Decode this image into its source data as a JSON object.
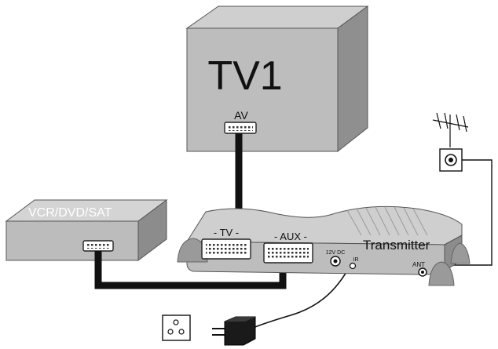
{
  "tv": {
    "title": "TV1",
    "port_label": "AV"
  },
  "source_device": {
    "label": "VCR/DVD/SAT"
  },
  "transmitter": {
    "label": "Transmitter",
    "port_tv": "- TV -",
    "port_aux": "- AUX -",
    "power_label": "12V DC",
    "ir_label": "IR",
    "antenna_label": "ANT"
  },
  "icons": {
    "antenna": "antenna-icon",
    "antenna_socket": "antenna-socket-icon",
    "power_outlet": "power-outlet-icon",
    "power_adapter": "power-adapter-icon"
  }
}
